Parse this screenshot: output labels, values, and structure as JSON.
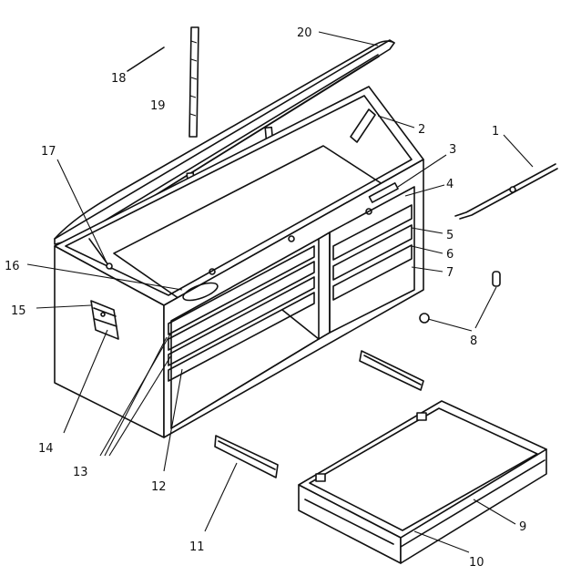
{
  "callouts": {
    "c1": "1",
    "c2": "2",
    "c3": "3",
    "c4": "4",
    "c5": "5",
    "c6": "6",
    "c7": "7",
    "c8": "8",
    "c9": "9",
    "c10": "10",
    "c11": "11",
    "c12": "12",
    "c13": "13",
    "c14": "14",
    "c15": "15",
    "c16": "16",
    "c17": "17",
    "c18": "18",
    "c19": "19",
    "c20": "20"
  },
  "colors": {
    "ink": "#111111",
    "paper": "#ffffff"
  }
}
